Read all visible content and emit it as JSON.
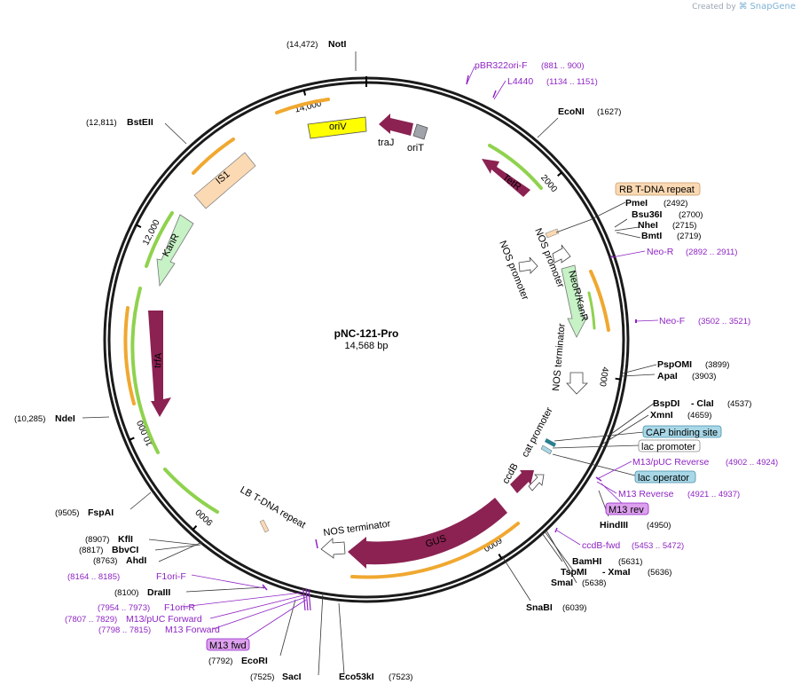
{
  "credit": {
    "prefix": "Created by",
    "brand": "SnapGene"
  },
  "plasmid": {
    "name": "pNC-121-Pro",
    "size_label": "14,568 bp",
    "length": 14568
  },
  "ticks": [
    {
      "bp": 2000,
      "label": "2000"
    },
    {
      "bp": 4000,
      "label": "4000"
    },
    {
      "bp": 6000,
      "label": "6000"
    },
    {
      "bp": 9000,
      "label": "9000"
    },
    {
      "bp": 10000,
      "label": "10,000"
    },
    {
      "bp": 12000,
      "label": "12,000"
    },
    {
      "bp": 14000,
      "label": "14,000"
    }
  ],
  "sites": [
    {
      "name": "NotI",
      "pos": "(14,472)"
    },
    {
      "name": "EcoNI",
      "pos": "(1627)"
    },
    {
      "name": "PmeI",
      "pos": "(2492)"
    },
    {
      "name": "Bsu36I",
      "pos": "(2700)"
    },
    {
      "name": "NheI",
      "pos": "(2715)"
    },
    {
      "name": "BmtI",
      "pos": "(2719)"
    },
    {
      "name": "PspOMI",
      "pos": "(3899)"
    },
    {
      "name": "ApaI",
      "pos": "(3903)"
    },
    {
      "name": "BspDI",
      "pos": ""
    },
    {
      "name": "- ClaI",
      "pos": "(4537)"
    },
    {
      "name": "XmnI",
      "pos": "(4659)"
    },
    {
      "name": "HindIII",
      "pos": "(4950)"
    },
    {
      "name": "BamHI",
      "pos": "(5631)"
    },
    {
      "name": "TspMI",
      "pos": ""
    },
    {
      "name": "- XmaI",
      "pos": "(5636)"
    },
    {
      "name": "SmaI",
      "pos": "(5638)"
    },
    {
      "name": "SnaBI",
      "pos": "(6039)"
    },
    {
      "name": "Eco53kI",
      "pos": "(7523)"
    },
    {
      "name": "SacI",
      "pos": "(7525)"
    },
    {
      "name": "EcoRI",
      "pos": "(7792)"
    },
    {
      "name": "DraIII",
      "pos": "(8100)"
    },
    {
      "name": "AhdI",
      "pos": "(8763)"
    },
    {
      "name": "BbvCI",
      "pos": "(8817)"
    },
    {
      "name": "KflI",
      "pos": "(8907)"
    },
    {
      "name": "FspAI",
      "pos": "(9505)"
    },
    {
      "name": "NdeI",
      "pos": "(10,285)"
    },
    {
      "name": "BstEII",
      "pos": "(12,811)"
    }
  ],
  "primers": [
    {
      "name": "pBR322ori-F",
      "pos": "(881 .. 900)"
    },
    {
      "name": "L4440",
      "pos": "(1134 .. 1151)"
    },
    {
      "name": "Neo-R",
      "pos": "(2892 .. 2911)"
    },
    {
      "name": "Neo-F",
      "pos": "(3502 .. 3521)"
    },
    {
      "name": "M13/pUC Reverse",
      "pos": "(4902 .. 4924)"
    },
    {
      "name": "M13 Reverse",
      "pos": "(4921 .. 4937)"
    },
    {
      "name": "ccdB-fwd",
      "pos": "(5453 .. 5472)"
    },
    {
      "name": "F1ori-F",
      "pos": "(8164 .. 8185)"
    },
    {
      "name": "F1ori-R",
      "pos": "(7954 .. 7973)"
    },
    {
      "name": "M13/pUC Forward",
      "pos": "(7807 .. 7829)"
    },
    {
      "name": "M13 Forward",
      "pos": "(7798 .. 7815)"
    }
  ],
  "boxes": [
    {
      "label": "RB T-DNA repeat"
    },
    {
      "label": "CAP binding site"
    },
    {
      "label": "lac promoter"
    },
    {
      "label": "lac operator"
    },
    {
      "label": "M13 rev"
    },
    {
      "label": "M13 fwd"
    }
  ],
  "features": [
    {
      "label": "oriV"
    },
    {
      "label": "traJ"
    },
    {
      "label": "oriT"
    },
    {
      "label": "TetR"
    },
    {
      "label": "IS1"
    },
    {
      "label": "KanR"
    },
    {
      "label": "trfA"
    },
    {
      "label": "NOS promoter"
    },
    {
      "label": "NOS promoter"
    },
    {
      "label": "NeoR/KanR"
    },
    {
      "label": "NOS terminator"
    },
    {
      "label": "cat promoter"
    },
    {
      "label": "ccdB"
    },
    {
      "label": "GUS"
    },
    {
      "label": "NOS terminator"
    },
    {
      "label": "LB T-DNA repeat"
    }
  ],
  "colors": {
    "maroon": "#8b2252",
    "yellow": "#ffff00",
    "peach": "#fbd9b3",
    "mint": "#c6f2c6",
    "green_ribbon": "#8fd24e",
    "orange_ribbon": "#f0a830",
    "primer": "#8e24c4",
    "box_lightblue": "#a8d8e8",
    "box_purple": "#dda0ee"
  }
}
